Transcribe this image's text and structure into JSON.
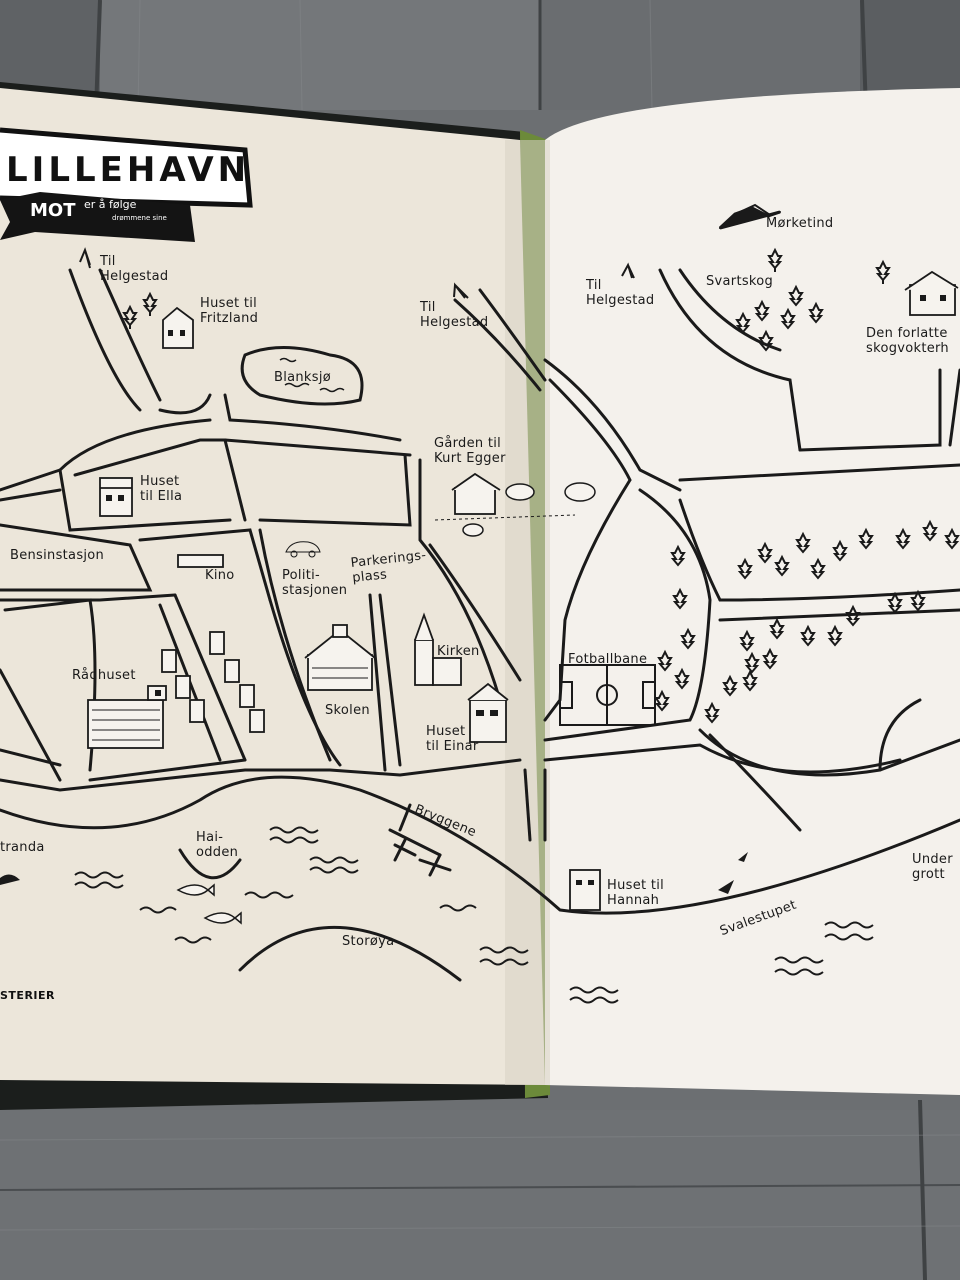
{
  "map_title": "LILLEHAVN",
  "banner": {
    "strong": "MOT",
    "line1": "er å følge",
    "line2": "drømmene sine"
  },
  "publisher_text": "STERIER",
  "labels": {
    "til_helgestad_1": "Til\nHelgestad",
    "til_helgestad_2": "Til\nHelgestad",
    "til_helgestad_3": "Til\nHelgestad",
    "huset_fritzland": "Huset til\nFritzland",
    "blanksjo": "Blanksjø",
    "garden_kurt": "Gården til\nKurt Egger",
    "huset_ella": "Huset\ntil Ella",
    "bensinstasjon": "Bensinstasjon",
    "kino": "Kino",
    "politistasjonen": "Politi-\nstasjonen",
    "parkeringsplass": "Parkerings-\nplass",
    "kirken": "Kirken",
    "radhuset": "Rådhuset",
    "skolen": "Skolen",
    "huset_einar": "Huset\ntil Einar",
    "bryggene": "Bryggene",
    "haiodden": "Hai-\nodden",
    "stranda": "tranda",
    "storoya": "Storøya",
    "morketind": "Mørketind",
    "svartskog": "Svartskog",
    "skogvokter": "Den forlatte\nskogvokterh",
    "fotballbane": "Fotballbane",
    "huset_hannah": "Huset til\nHannah",
    "svalestupet": "Svalestupet",
    "under_grotte": "Under\ngrott"
  }
}
